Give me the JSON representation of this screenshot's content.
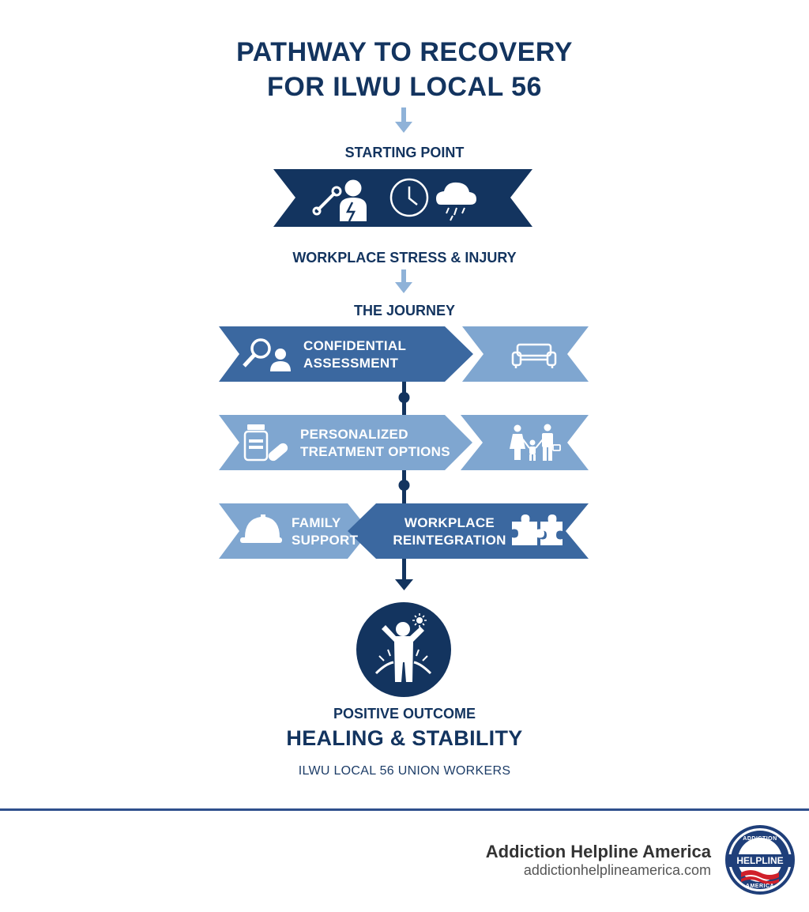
{
  "title_line1": "PATHWAY TO RECOVERY",
  "title_line2": "FOR ILWU LOCAL 56",
  "starting_label": "STARTING POINT",
  "starting_caption": "WORKPLACE STRESS & INJURY",
  "journey_label": "THE JOURNEY",
  "steps": {
    "assessment_line1": "CONFIDENTIAL",
    "assessment_line2": "ASSESSMENT",
    "treatment_line1": "PERSONALIZED",
    "treatment_line2": "TREATMENT OPTIONS",
    "family_line1": "FAMILY",
    "family_line2": "SUPPORT",
    "reintegration_line1": "WORKPLACE",
    "reintegration_line2": "REINTEGRATION"
  },
  "outcome_label": "POSITIVE OUTCOME",
  "outcome_title": "HEALING & STABILITY",
  "audience": "ILWU LOCAL 56 UNION WORKERS",
  "brand": {
    "name": "Addiction Helpline America",
    "url": "addictionhelplineamerica.com",
    "logo_text_top": "ADDICTION",
    "logo_text_mid": "HELPLINE",
    "logo_text_bottom": "AMERICA"
  },
  "icons": [
    "worker-wrench-icon",
    "clock-icon",
    "storm-cloud-icon",
    "magnifier-person-icon",
    "couch-icon",
    "medicine-bottle-icon",
    "family-icon",
    "hard-hat-icon",
    "puzzle-icon",
    "person-sunrise-icon"
  ],
  "colors": {
    "navy": "#13345f",
    "dark_blue": "#3b68a0",
    "light_blue": "#7fa6d0",
    "arrow_blue": "#8fb2d8"
  }
}
